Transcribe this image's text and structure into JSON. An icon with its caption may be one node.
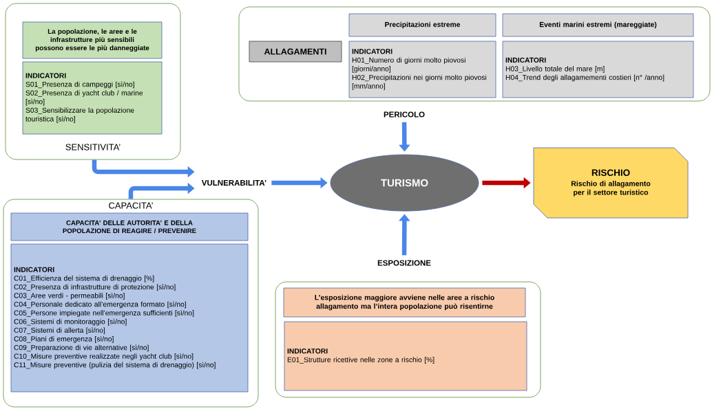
{
  "diagram": {
    "nodes": [
      {
        "text": [
          "SENSITIVITA’"
        ]
      },
      {
        "text": [
          "La popolazione, le aree e le infrastrutture più sensibili possono essere le più danneggiate"
        ],
        "in": 0
      },
      {
        "text": [
          "INDICATORI",
          "S01_Presenza di campeggi [sì/no]",
          "S02_Presenza di yacht club / marine [sì/no]",
          "S03_Sensibilizzare la popolazione touristica [sì/no]"
        ],
        "in": 0
      },
      {
        "text": [],
        "shape": "box"
      },
      {
        "text": [
          "ALLAGAMENTI"
        ],
        "in": 3
      },
      {
        "text": [
          "Precipitazioni estreme"
        ],
        "in": 3
      },
      {
        "text": [
          "Eventi marini estremi (mareggiate)"
        ],
        "in": 3
      },
      {
        "text": [
          "INDICATORI",
          "H01_Numero di giorni molto piovosi [giorni/anno]",
          "H02_Precipitazioni nei giorni molto piovosi [mm/anno]"
        ],
        "in": 3
      },
      {
        "text": [
          "INDICATORI",
          "H03_Livello totale del mare [m]",
          "H04_Trend degli allagamementi costieri [n° /anno]"
        ],
        "in": 3
      },
      {
        "text": [
          "PERICOLO"
        ]
      },
      {
        "text": [
          "VULNERABILITA’"
        ]
      },
      {
        "text": [
          "TURISMO"
        ]
      },
      {
        "text": [
          "RISCHIO",
          "Rischio di allagamento per il settore turistico"
        ]
      },
      {
        "text": [
          "CAPACITA’"
        ]
      },
      {
        "text": [
          "CAPACITA’ DELLE AUTORITA’ E DELLA POPOLAZIONE DI REAGIRE / PREVENIRE"
        ],
        "in": 13
      },
      {
        "text": [
          "INDICATORI",
          "C01_Efficienza del sistema di drenaggio [%]",
          "C02_Presenza di infrastrutture di protezione [sì/no]",
          "C03_Aree verdi - permeabili [sì/no]",
          "C04_Personale dedicato all’emergenza formato [sì/no]",
          "C05_Persone impiegate nell’emergenza sufficienti [sì/no]",
          "C06_Sistemi di monitoraggio [sì/no]",
          "C07_Sistemi di allerta [sì/no]",
          "C08_Piani di emergenza [sì/no]",
          "C09_Preparazione di vie alternative [sì/no]",
          "C10_Misure preventive realizzate negli yacht club [sì/no]",
          "C11_Misure preventive (pulizia del sistema di drenaggio) [sì/no]"
        ],
        "in": 13
      },
      {
        "text": [
          "ESPOSIZIONE"
        ]
      },
      {
        "text": [],
        "shape": "box"
      },
      {
        "text": [
          "L’esposizione maggiore avviene nelle aree a rischio allagamento ma l’intera popolazione può risentirne"
        ],
        "in": 17
      },
      {
        "text": [
          "INDICATORI",
          "E01_Strutture ricettive nelle zone a rischio [%]"
        ],
        "in": 17
      }
    ],
    "edges": [
      {
        "from": 0,
        "to": 10,
        "arrow": "to"
      },
      {
        "from": 13,
        "to": 10,
        "arrow": "to"
      },
      {
        "from": 10,
        "to": 11,
        "arrow": "to"
      },
      {
        "from": 9,
        "to": 11,
        "arrow": "to"
      },
      {
        "from": 16,
        "to": 11,
        "arrow": "to"
      },
      {
        "from": 11,
        "to": 12,
        "arrow": "to",
        "color": "#c00000"
      }
    ]
  }
}
